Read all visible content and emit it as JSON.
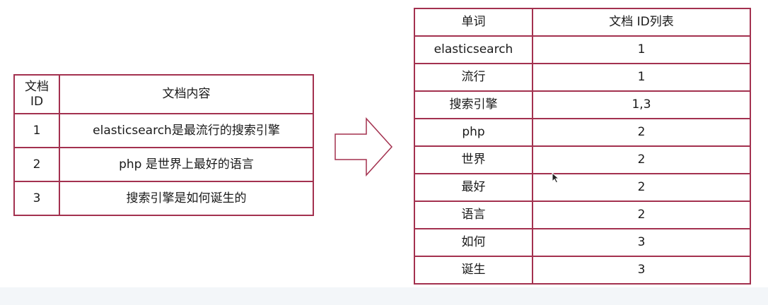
{
  "doc_table": {
    "headers": {
      "id": "文档\nID",
      "content": "文档内容"
    },
    "rows": [
      {
        "id": "1",
        "content": "elasticsearch是最流行的搜索引擎"
      },
      {
        "id": "2",
        "content": "php 是世界上最好的语言"
      },
      {
        "id": "3",
        "content": "搜索引擎是如何诞生的"
      }
    ]
  },
  "index_table": {
    "headers": {
      "word": "单词",
      "ids": "文档 ID列表"
    },
    "rows": [
      {
        "word": "elasticsearch",
        "ids": "1"
      },
      {
        "word": "流行",
        "ids": "1"
      },
      {
        "word": "搜索引擎",
        "ids": "1,3"
      },
      {
        "word": "php",
        "ids": "2"
      },
      {
        "word": "世界",
        "ids": "2"
      },
      {
        "word": "最好",
        "ids": "2"
      },
      {
        "word": "语言",
        "ids": "2"
      },
      {
        "word": "如何",
        "ids": "3"
      },
      {
        "word": "诞生",
        "ids": "3"
      }
    ]
  },
  "colors": {
    "border": "#a3314f",
    "arrow_stroke": "#a3314f"
  },
  "icons": {
    "arrow": "right-arrow-icon",
    "cursor": "mouse-cursor-icon"
  }
}
